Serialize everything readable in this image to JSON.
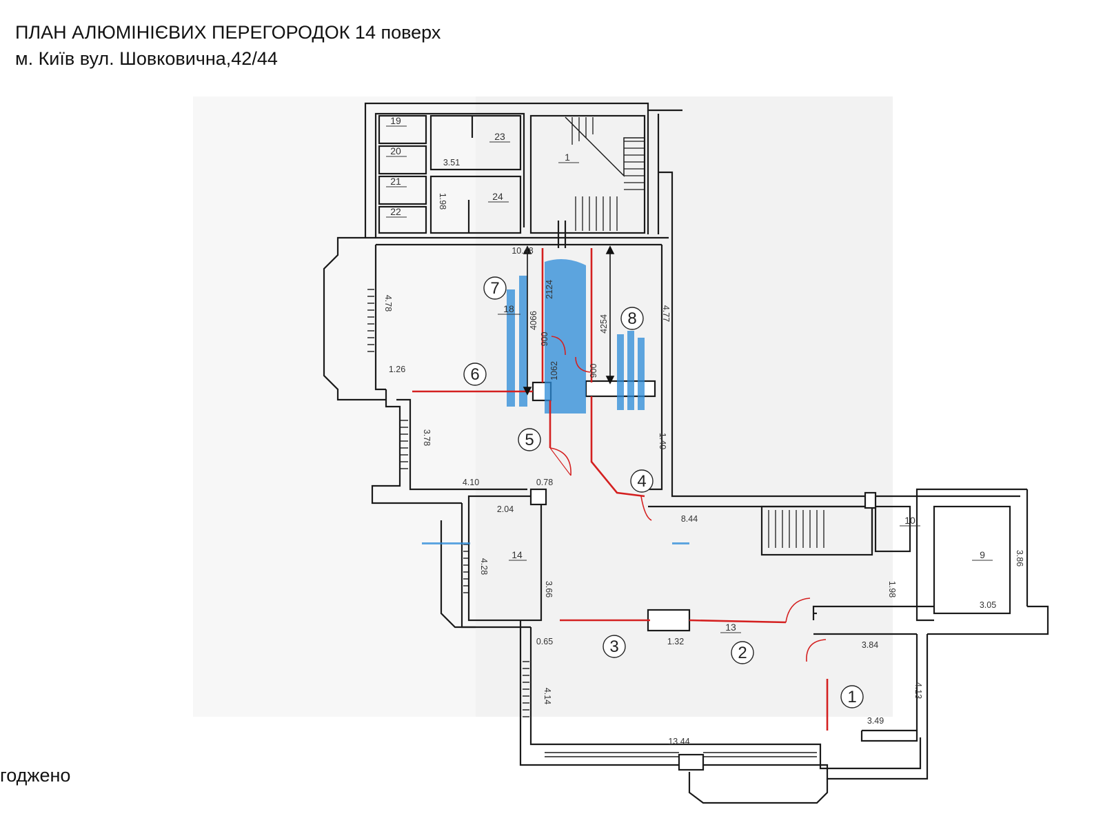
{
  "header": {
    "title_line1": "ПЛАН АЛЮМІНІЄВИХ ПЕРЕГОРОДОК 14 поверх",
    "title_line2": "м. Київ вул. Шовковична,42/44"
  },
  "footer": {
    "text": "годжено"
  },
  "rooms": {
    "r19": "19",
    "r20": "20",
    "r21": "21",
    "r22": "22",
    "r23": "23",
    "r24": "24",
    "r1": "1",
    "r18": "18",
    "r14": "14",
    "r13": "13",
    "r10": "10",
    "r9": "9"
  },
  "dimensions": {
    "d351": "3.51",
    "d198a": "1.98",
    "d1048": "10.48",
    "d2124": "2124",
    "d4066": "4066",
    "d900a": "900",
    "d1062": "1062",
    "d900b": "900",
    "d4254": "4254",
    "d478": "4.78",
    "d477": "4.77",
    "d126": "1.26",
    "d378": "3.78",
    "d140": "1.40",
    "d410": "4.10",
    "d078": "0.78",
    "d204": "2.04",
    "d844": "8.44",
    "d428": "4.28",
    "d366": "3.66",
    "d065": "0.65",
    "d132": "1.32",
    "d384": "3.84",
    "d198b": "1.98",
    "d305": "3.05",
    "d386": "3.86",
    "d414": "4.14",
    "d413": "4.13",
    "d349": "3.49",
    "d1344": "13.44"
  },
  "partitions": [
    "1",
    "2",
    "3",
    "4",
    "5",
    "6",
    "7",
    "8"
  ],
  "colors": {
    "wall": "#1a1a1a",
    "partition": "#d42020",
    "watermark": "#2a8ad8",
    "dimension": "#111111"
  }
}
